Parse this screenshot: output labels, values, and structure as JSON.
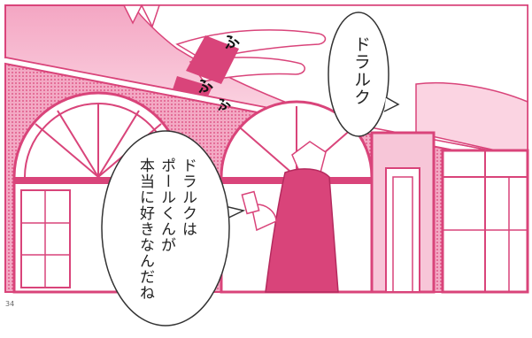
{
  "bubbles": {
    "top": "ドラルク",
    "main_line1": "ドラルクは",
    "main_line2": "ポールくんが",
    "main_line3": "本当に好きなんだね"
  },
  "sfx": {
    "laugh_1": "ふ",
    "laugh_2": "ふ",
    "laugh_3": "ふ"
  },
  "page_number": "34",
  "colors": {
    "ink": "#d9447a",
    "tone": "#e8749c",
    "pale": "#f7c6d8",
    "paper": "#ffffff",
    "text": "#222222"
  }
}
